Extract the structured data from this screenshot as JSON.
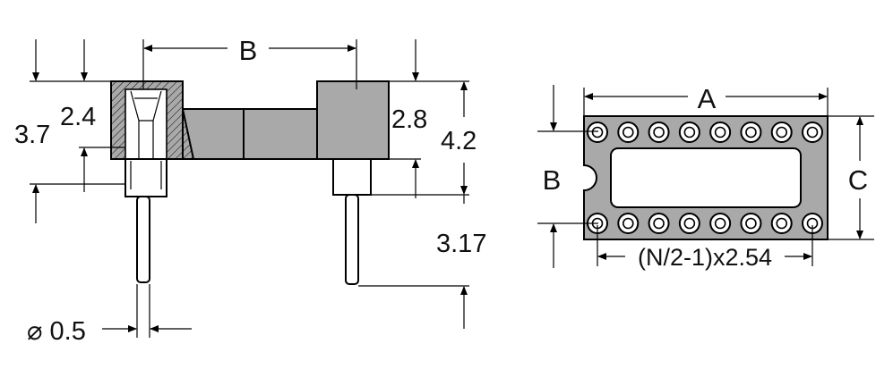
{
  "side_view": {
    "labels": {
      "b": "B",
      "d37": "3.7",
      "d24": "2.4",
      "d28": "2.8",
      "d42": "4.2",
      "d317": "3.17",
      "d05": "⌀ 0.5"
    }
  },
  "top_view": {
    "labels": {
      "a": "A",
      "b": "B",
      "c": "C",
      "pitch": "(N/2-1)x2.54"
    },
    "pins_per_row": 8
  },
  "colors": {
    "body": "#a9a9a9",
    "line": "#000000"
  }
}
